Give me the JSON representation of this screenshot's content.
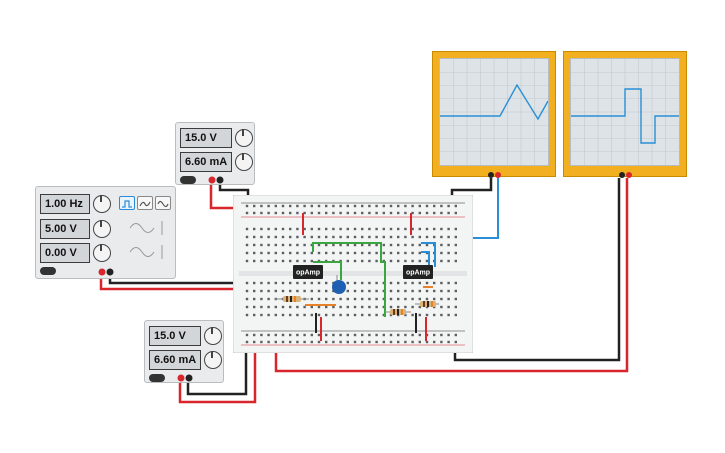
{
  "power_supply_top": {
    "voltage": "15.0 V",
    "current": "6.60 mA"
  },
  "function_generator": {
    "frequency": "1.00 Hz",
    "amplitude": "5.00 V",
    "dc_offset": "0.00 V",
    "waveforms": [
      "square-wave-icon",
      "triangle-wave-icon",
      "sine-wave-icon"
    ],
    "selected_waveform": "square-wave-icon"
  },
  "power_supply_bottom": {
    "voltage": "15.0 V",
    "current": "6.60 mA"
  },
  "breadboard": {
    "chips": [
      {
        "label": "opAmp"
      },
      {
        "label": "opAmp"
      }
    ]
  },
  "oscilloscope_1": {
    "waveform": "triangle"
  },
  "oscilloscope_2": {
    "waveform": "square"
  },
  "colors": {
    "wire_red": "#d8262c",
    "wire_black": "#222222",
    "wire_green": "#3aa640",
    "wire_blue": "#2a8fd6",
    "wire_orange": "#e8822a",
    "scope_frame": "#f2b020",
    "capacitor": "#1d5fb0"
  }
}
